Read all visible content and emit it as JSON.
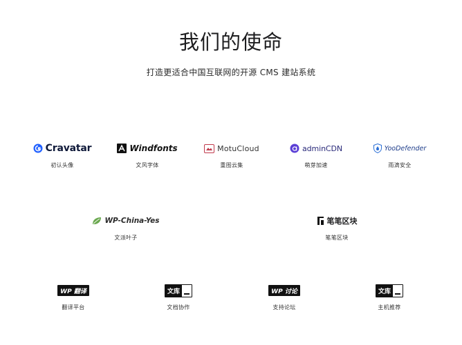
{
  "header": {
    "title": "我们的使命",
    "subtitle": "打造更适合中国互联网的开源 CMS 建站系统"
  },
  "products": [
    {
      "logo_text": "Cravatar",
      "caption": "初认头像",
      "icon": "cravatar-logo-icon",
      "color": "#1f5fff"
    },
    {
      "logo_text": "Windfonts",
      "caption": "文风字体",
      "icon": "windfonts-logo-icon",
      "color": "#111111"
    },
    {
      "logo_text": "MotuCloud",
      "caption": "重图云集",
      "icon": "motucloud-logo-icon",
      "color": "#c0394b"
    },
    {
      "logo_text": "adminCDN",
      "caption": "萌芽加速",
      "icon": "admincdn-logo-icon",
      "color": "#5b3fd6"
    },
    {
      "logo_text": "YooDefender",
      "caption": "雨滴安全",
      "icon": "shield-icon",
      "color": "#2b6fd6"
    },
    {
      "logo_text": "WP-China-Yes",
      "caption": "文派叶子",
      "icon": "leaf-icon",
      "color": "#6aa84f"
    },
    {
      "logo_text": "笔笔区块",
      "caption": "笔笔区块",
      "icon": "block-logo-icon",
      "color": "#111111"
    },
    {
      "logo_text": "WP 翻译",
      "caption": "翻译平台",
      "icon": "translate-logo-icon",
      "color": "#111111"
    },
    {
      "logo_text": "文库",
      "caption": "文档协作",
      "icon": "docs-logo-icon",
      "color": "#111111"
    },
    {
      "logo_text": "WP 讨论",
      "caption": "支持论坛",
      "icon": "forum-logo-icon",
      "color": "#111111"
    },
    {
      "logo_text": "文库",
      "caption": "主机推荐",
      "icon": "hosting-logo-icon",
      "color": "#111111"
    }
  ]
}
